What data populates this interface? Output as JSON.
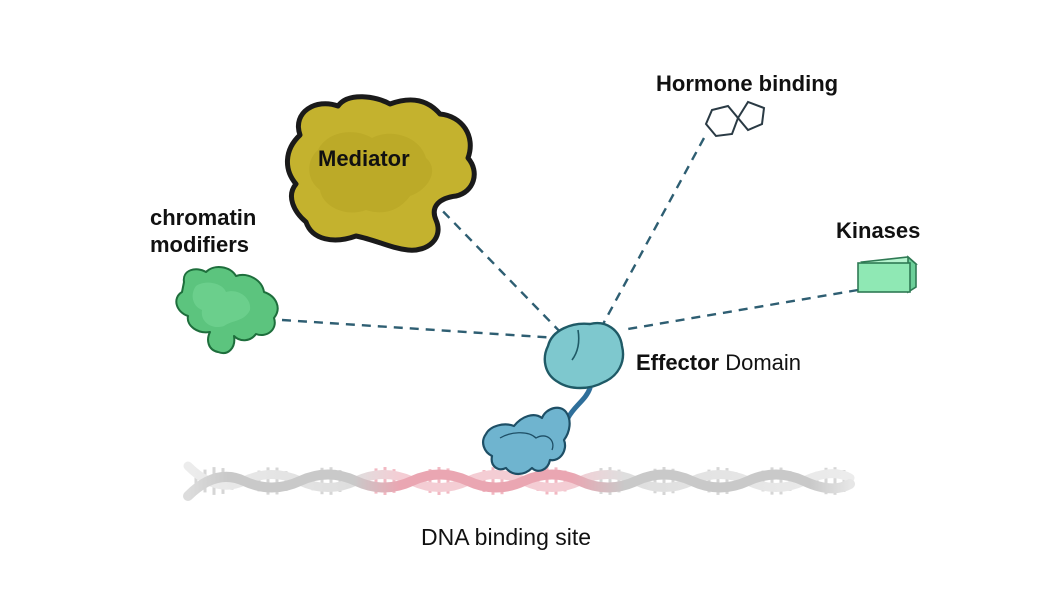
{
  "labels": {
    "mediator": "Mediator",
    "chromatin_line1": "chromatin",
    "chromatin_line2": "modifiers",
    "hormone": "Hormone binding",
    "kinases": "Kinases",
    "effector_bold": "Effector",
    "effector_rest": " Domain",
    "dna": "DNA binding site"
  },
  "colors": {
    "mediator_fill": "#c4b22e",
    "chromatin_fill": "#5cc47e",
    "kinase_fill": "#8fe8b4",
    "effector_fill": "#7ec8ce",
    "dbd_fill": "#6fb4cf",
    "dna_highlight": "#f0a8b4",
    "dna_base": "#c8c8c8",
    "connector": "#2e5e72"
  }
}
